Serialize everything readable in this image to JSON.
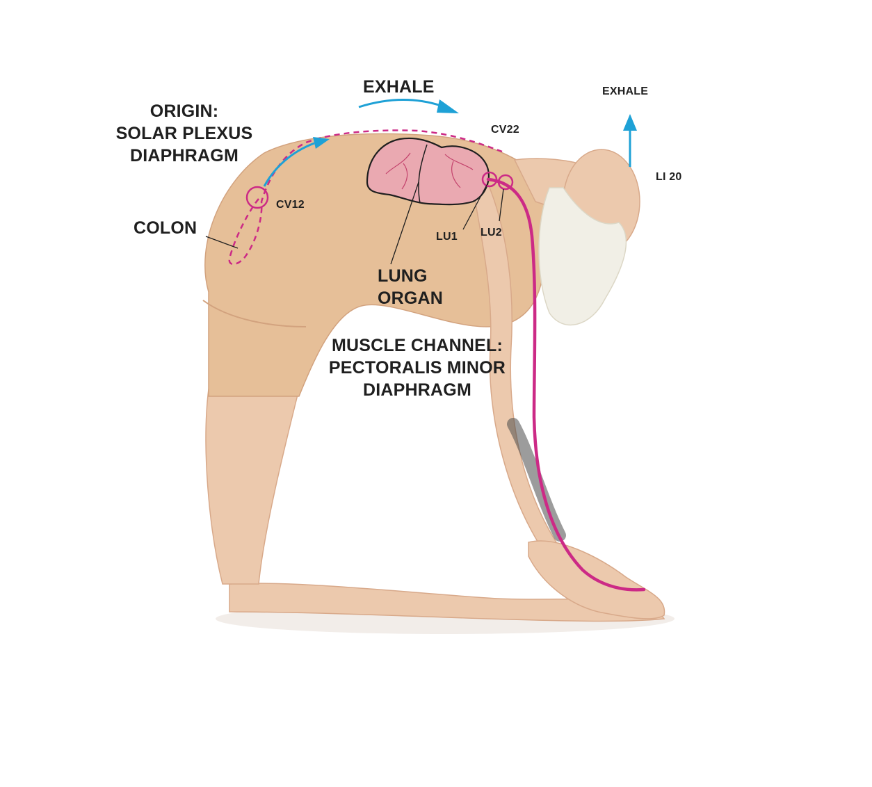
{
  "labels": {
    "origin": [
      "ORIGIN:",
      "SOLAR PLEXUS",
      "DIAPHRAGM"
    ],
    "exhale_top": "EXHALE",
    "exhale_right": "EXHALE",
    "cv22": "CV22",
    "li20": "LI 20",
    "cv12": "CV12",
    "colon": "COLON",
    "lu1": "LU1",
    "lu2": "LU2",
    "lung_organ": [
      "LUNG",
      "ORGAN"
    ],
    "muscle_channel": [
      "MUSCLE CHANNEL:",
      "PECTORALIS MINOR",
      "DIAPHRAGM"
    ]
  },
  "colors": {
    "meridian": "#cc2a86",
    "arrow": "#1ea1d6",
    "lung_fill": "#eaa9b1",
    "lung_vein": "#c3426c",
    "skin": "#ecc9ad",
    "leotard": "#e6bf98",
    "text": "#1f1f1f"
  }
}
